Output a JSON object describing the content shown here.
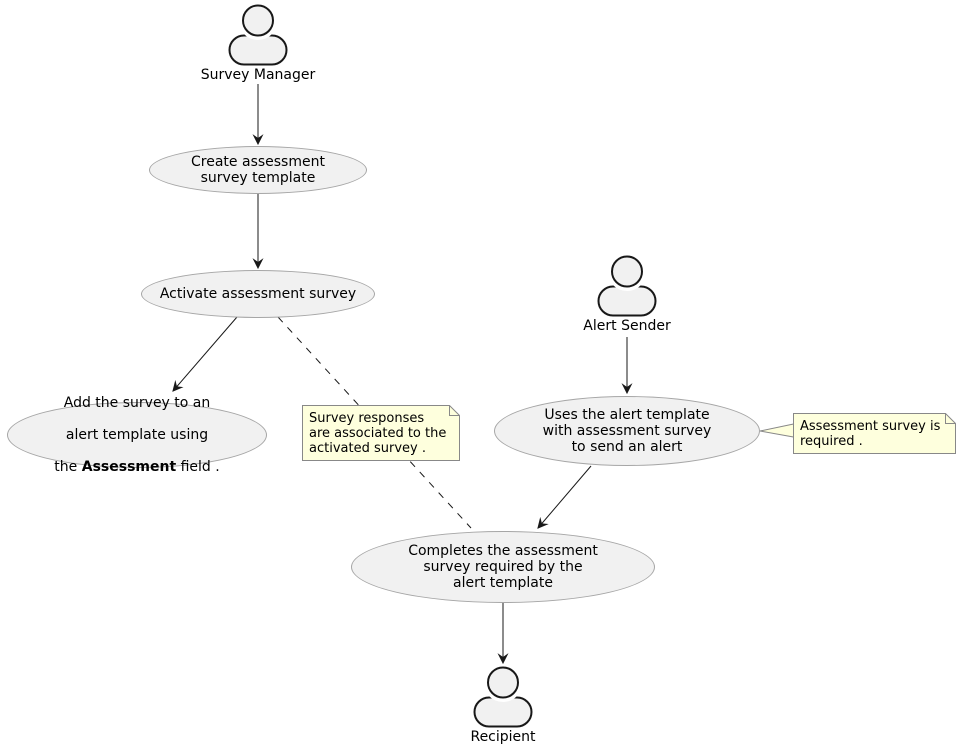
{
  "diagram_type": "usecase-diagram",
  "colors": {
    "background": "#ffffff",
    "shape_fill": "#f1f1f1",
    "shape_border": "#a6a6a6",
    "actor_border": "#181818",
    "edge": "#181818",
    "note_fill": "#feffdd",
    "note_border": "#888888",
    "text": "#000000"
  },
  "actors": {
    "survey_manager": {
      "label": "Survey Manager",
      "icon": "person-icon"
    },
    "alert_sender": {
      "label": "Alert Sender",
      "icon": "person-icon"
    },
    "recipient": {
      "label": "Recipient",
      "icon": "person-icon"
    }
  },
  "usecases": {
    "create": {
      "text": "Create assessment\nsurvey template"
    },
    "activate": {
      "text": "Activate assessment survey"
    },
    "add": {
      "line1": "Add the survey to an",
      "line2": "alert template using",
      "line3_pre": "the ",
      "line3_bold": "Assessment",
      "line3_post": " field ."
    },
    "uses": {
      "text": "Uses the alert template\nwith assessment survey\nto send an alert"
    },
    "completes": {
      "text": "Completes the assessment\nsurvey required by the\nalert template"
    }
  },
  "notes": {
    "survey_responses": {
      "text": "Survey responses\nare associated to the\nactivated survey ."
    },
    "assessment_required": {
      "text": "Assessment survey is\nrequired ."
    }
  },
  "edges": [
    {
      "from": "actor-survey-manager",
      "to": "usecase-create",
      "style": "solid-arrow"
    },
    {
      "from": "usecase-create",
      "to": "usecase-activate",
      "style": "solid-arrow"
    },
    {
      "from": "usecase-activate",
      "to": "usecase-add",
      "style": "solid-arrow"
    },
    {
      "from": "usecase-activate",
      "to": "usecase-completes",
      "style": "dashed-line"
    },
    {
      "from": "actor-alert-sender",
      "to": "usecase-uses",
      "style": "solid-arrow"
    },
    {
      "from": "usecase-uses",
      "to": "usecase-completes",
      "style": "solid-arrow"
    },
    {
      "from": "usecase-completes",
      "to": "actor-recipient",
      "style": "solid-arrow"
    },
    {
      "from": "usecase-uses",
      "to": "note-assessment-required",
      "style": "note-pointer"
    }
  ]
}
